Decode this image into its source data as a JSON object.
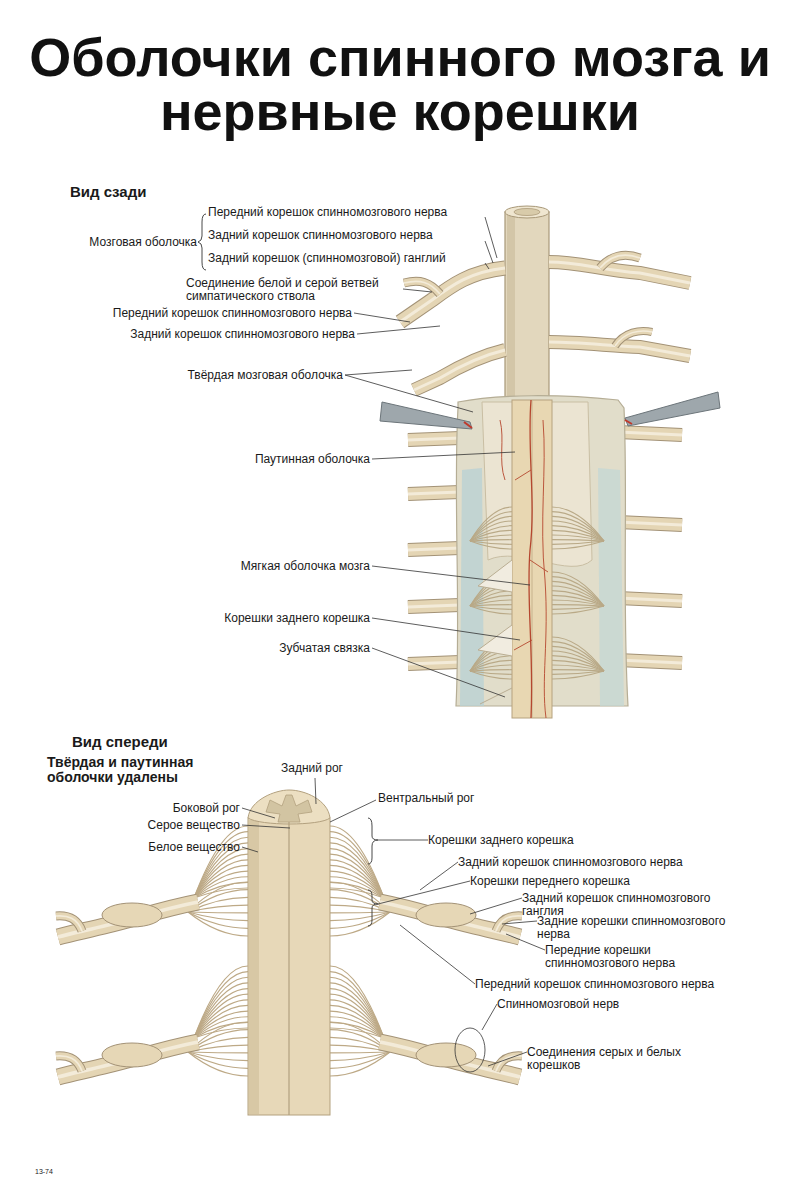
{
  "diagram": {
    "title": "Оболочки спинного мозга и нервные корешки",
    "labels": [
      "Вид сзади",
      "Мозговая оболочка",
      "Передний корешок спинномозгового нерва",
      "Задний корешок спинномозгового нерва",
      "Задний корешок (спинномозговой) ганглий",
      "Соединение белой и серой ветвей симпатического ствола",
      "Передний корешок спинномозгового нерва",
      "Задний корешок спинномозгового нерва",
      "Твёрдая мозговая оболочка",
      "Паутинная оболочка",
      "Мягкая оболочка мозга",
      "Корешки заднего корешка",
      "Зубчатая связка",
      "Вид спереди",
      "Твёрдая и паутинная оболочки удалены",
      "Задний рог",
      "Боковой рог",
      "Серое вещество",
      "Белое вещество",
      "Вентральный рог",
      "Корешки заднего корешка",
      "Задний корешок спинномозгового нерва",
      "Корешки переднего корешка",
      "Задний корешок спинномозгового ганглия",
      "Задние корешки спинномозгового нерва",
      "Передние корешки спинномозгового нерва",
      "Передний корешок спинномозгового нерва",
      "Спинномозговой нерв",
      "Соединения серых и белых корешков",
      "13-74"
    ]
  }
}
